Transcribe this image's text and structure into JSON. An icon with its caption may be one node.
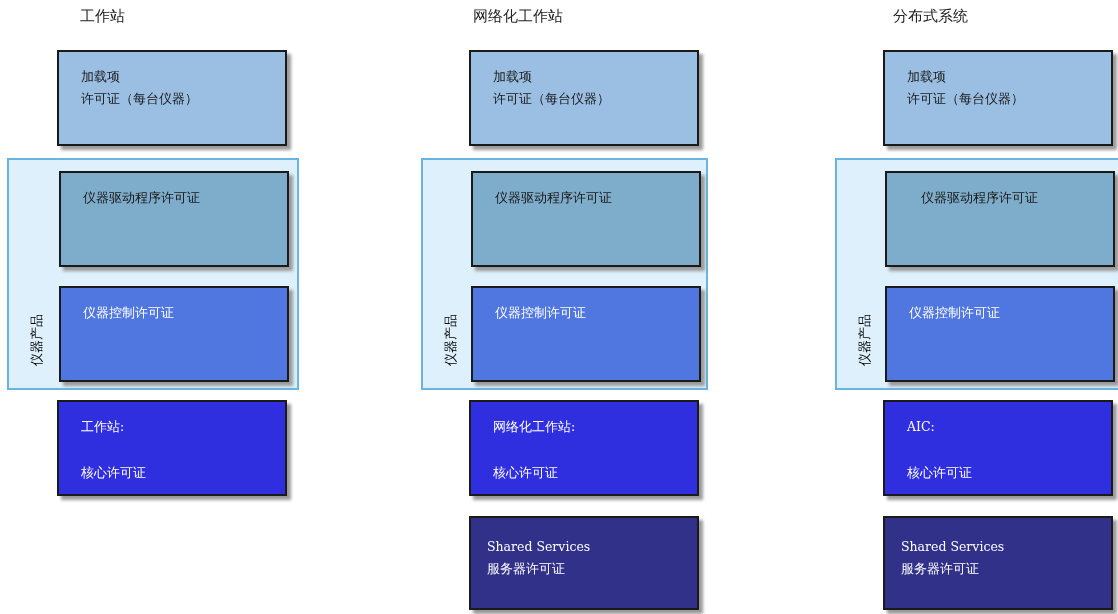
{
  "diagram": {
    "nodes": [
      {
        "text": [
          "加载项",
          "许可证（每台仪器）"
        ]
      },
      {
        "text": [
          "仪器产品"
        ]
      },
      {
        "text": [
          "仪器驱动程序许可证"
        ],
        "in": 1
      },
      {
        "text": [
          "仪器控制许可证"
        ],
        "in": 1
      },
      {
        "text": [
          "工作站:",
          "核心许可证"
        ]
      },
      {
        "text": [
          "加载项",
          "许可证（每台仪器）"
        ]
      },
      {
        "text": [
          "仪器产品"
        ]
      },
      {
        "text": [
          "仪器驱动程序许可证"
        ],
        "in": 6
      },
      {
        "text": [
          "仪器控制许可证"
        ],
        "in": 6
      },
      {
        "text": [
          "网络化工作站:",
          "核心许可证"
        ]
      },
      {
        "text": [
          "Shared Services",
          "服务器许可证"
        ]
      },
      {
        "text": [
          "加载项",
          "许可证（每台仪器）"
        ]
      },
      {
        "text": [
          "仪器产品"
        ]
      },
      {
        "text": [
          "仪器驱动程序许可证"
        ],
        "in": 12
      },
      {
        "text": [
          "仪器控制许可证"
        ],
        "in": 12
      },
      {
        "text": [
          "AIC:",
          "核心许可证"
        ]
      },
      {
        "text": [
          "Shared Services",
          "服务器许可证"
        ]
      }
    ],
    "labels": [
      "工作站",
      "网络化工作站",
      "分布式系统"
    ]
  }
}
